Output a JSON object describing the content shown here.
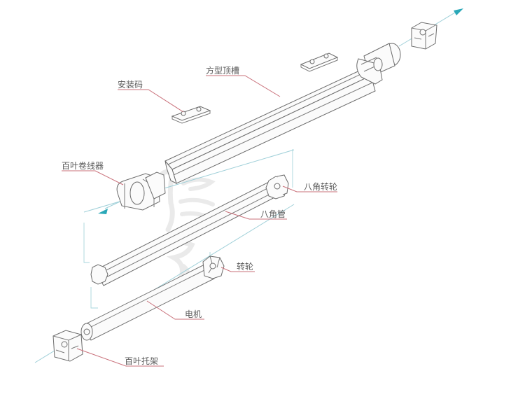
{
  "labels": {
    "mount_clip": "安装码",
    "top_rail": "方型顶槽",
    "cord_winder": "百叶卷线器",
    "octagon_wheel": "八角转轮",
    "octagon_tube": "八角管",
    "wheel": "转轮",
    "motor": "电机",
    "bracket": "百叶托架"
  },
  "colors": {
    "outline": "#6b6b6b",
    "leader": "#c9707a",
    "axis": "#9ecfd8",
    "arrow": "#2aa8b8",
    "label": "#5a5a5a"
  }
}
